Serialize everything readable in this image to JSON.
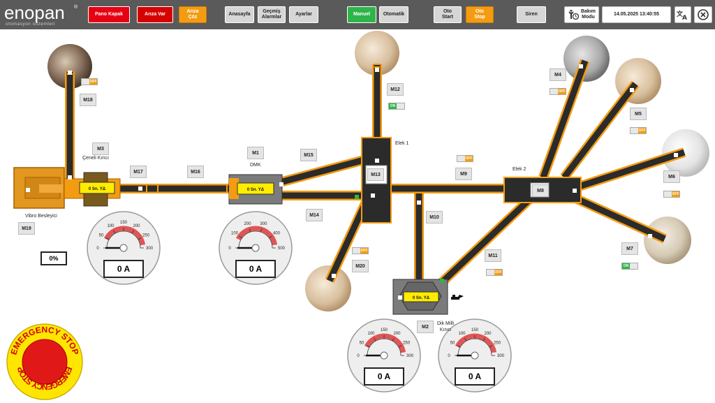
{
  "brand": {
    "name": "enopan",
    "tagline": "otomasyon sistemleri",
    "reg": "®"
  },
  "toolbar": {
    "pano_kapak": "Pano Kapak",
    "ariza_var": "Arıza Var",
    "ariza_coz": [
      "Arıza",
      "Çöz"
    ],
    "anasayfa": "Anasayfa",
    "gecmis": [
      "Geçmiş",
      "Alarmlar"
    ],
    "ayarlar": "Ayarlar",
    "manuel": "Manuel",
    "otomatik": "Otomatik",
    "oto_start": [
      "Oto",
      "Start"
    ],
    "oto_stop": [
      "Oto",
      "Stop"
    ],
    "siren": "Siren",
    "bakim": [
      "Bakım",
      "Modu"
    ],
    "datetime": "14.05.2025 13:40:55"
  },
  "motors": {
    "M1": "M1",
    "M2": "M2",
    "M3": "M3",
    "M4": "M4",
    "M5": "M5",
    "M6": "M6",
    "M7": "M7",
    "M8": "M8",
    "M9": "M9",
    "M10": "M10",
    "M11": "M11",
    "M12": "M12",
    "M13": "M13",
    "M14": "M14",
    "M15": "M15",
    "M16": "M16",
    "M17": "M17",
    "M18": "M18",
    "M19": "M19",
    "M20": "M20"
  },
  "captions": {
    "ceneli": "Çeneli Kırıcı",
    "dmk": "DMK",
    "elek1": "Elek 1",
    "elek2": "Elek 2",
    "vibro": "Vibro Besleyici",
    "dikmili": [
      "Dik Milli",
      "Kırıcı"
    ]
  },
  "crusher_labels": {
    "ceneli": "0 Sn. YΔ",
    "dmk": "0 Sn. YΔ",
    "dikmili": "0 Sn. YΔ"
  },
  "vibro_percent": "0%",
  "toggles": {
    "M18": "OFF",
    "M12": "ON",
    "M4": "OFF",
    "M5": "OFF",
    "M6": "OFF",
    "M7": "ON",
    "M9": "OFF",
    "M11": "OFF",
    "M20": "OFF"
  },
  "gauges": {
    "g1": {
      "ticks": [
        "0",
        "50",
        "100",
        "150",
        "200",
        "250",
        "300"
      ],
      "reading": "0 A",
      "value": 0
    },
    "g2": {
      "ticks": [
        "0",
        "100",
        "200",
        "300",
        "400",
        "500"
      ],
      "reading": "0 A",
      "value": 0
    },
    "g3": {
      "ticks": [
        "0",
        "50",
        "100",
        "150",
        "200",
        "250",
        "300"
      ],
      "reading": "0 A",
      "value": 0
    },
    "g4": {
      "ticks": [
        "0",
        "50",
        "100",
        "150",
        "200",
        "250",
        "300"
      ],
      "reading": "0 A",
      "value": 0
    }
  },
  "emergency": {
    "top": "EMERGENCY STOP",
    "bottom": "EMERGENCY STOP"
  },
  "icons": {
    "translate": "translate-icon",
    "close": "close-icon",
    "maintenance": "wrench-clock-icon",
    "oil": "oil-can-icon"
  },
  "colors": {
    "conveyor": "#f39c12",
    "belt": "#2b2b2b",
    "header": "#5a5a5a",
    "needle_zone": "#e05555"
  }
}
